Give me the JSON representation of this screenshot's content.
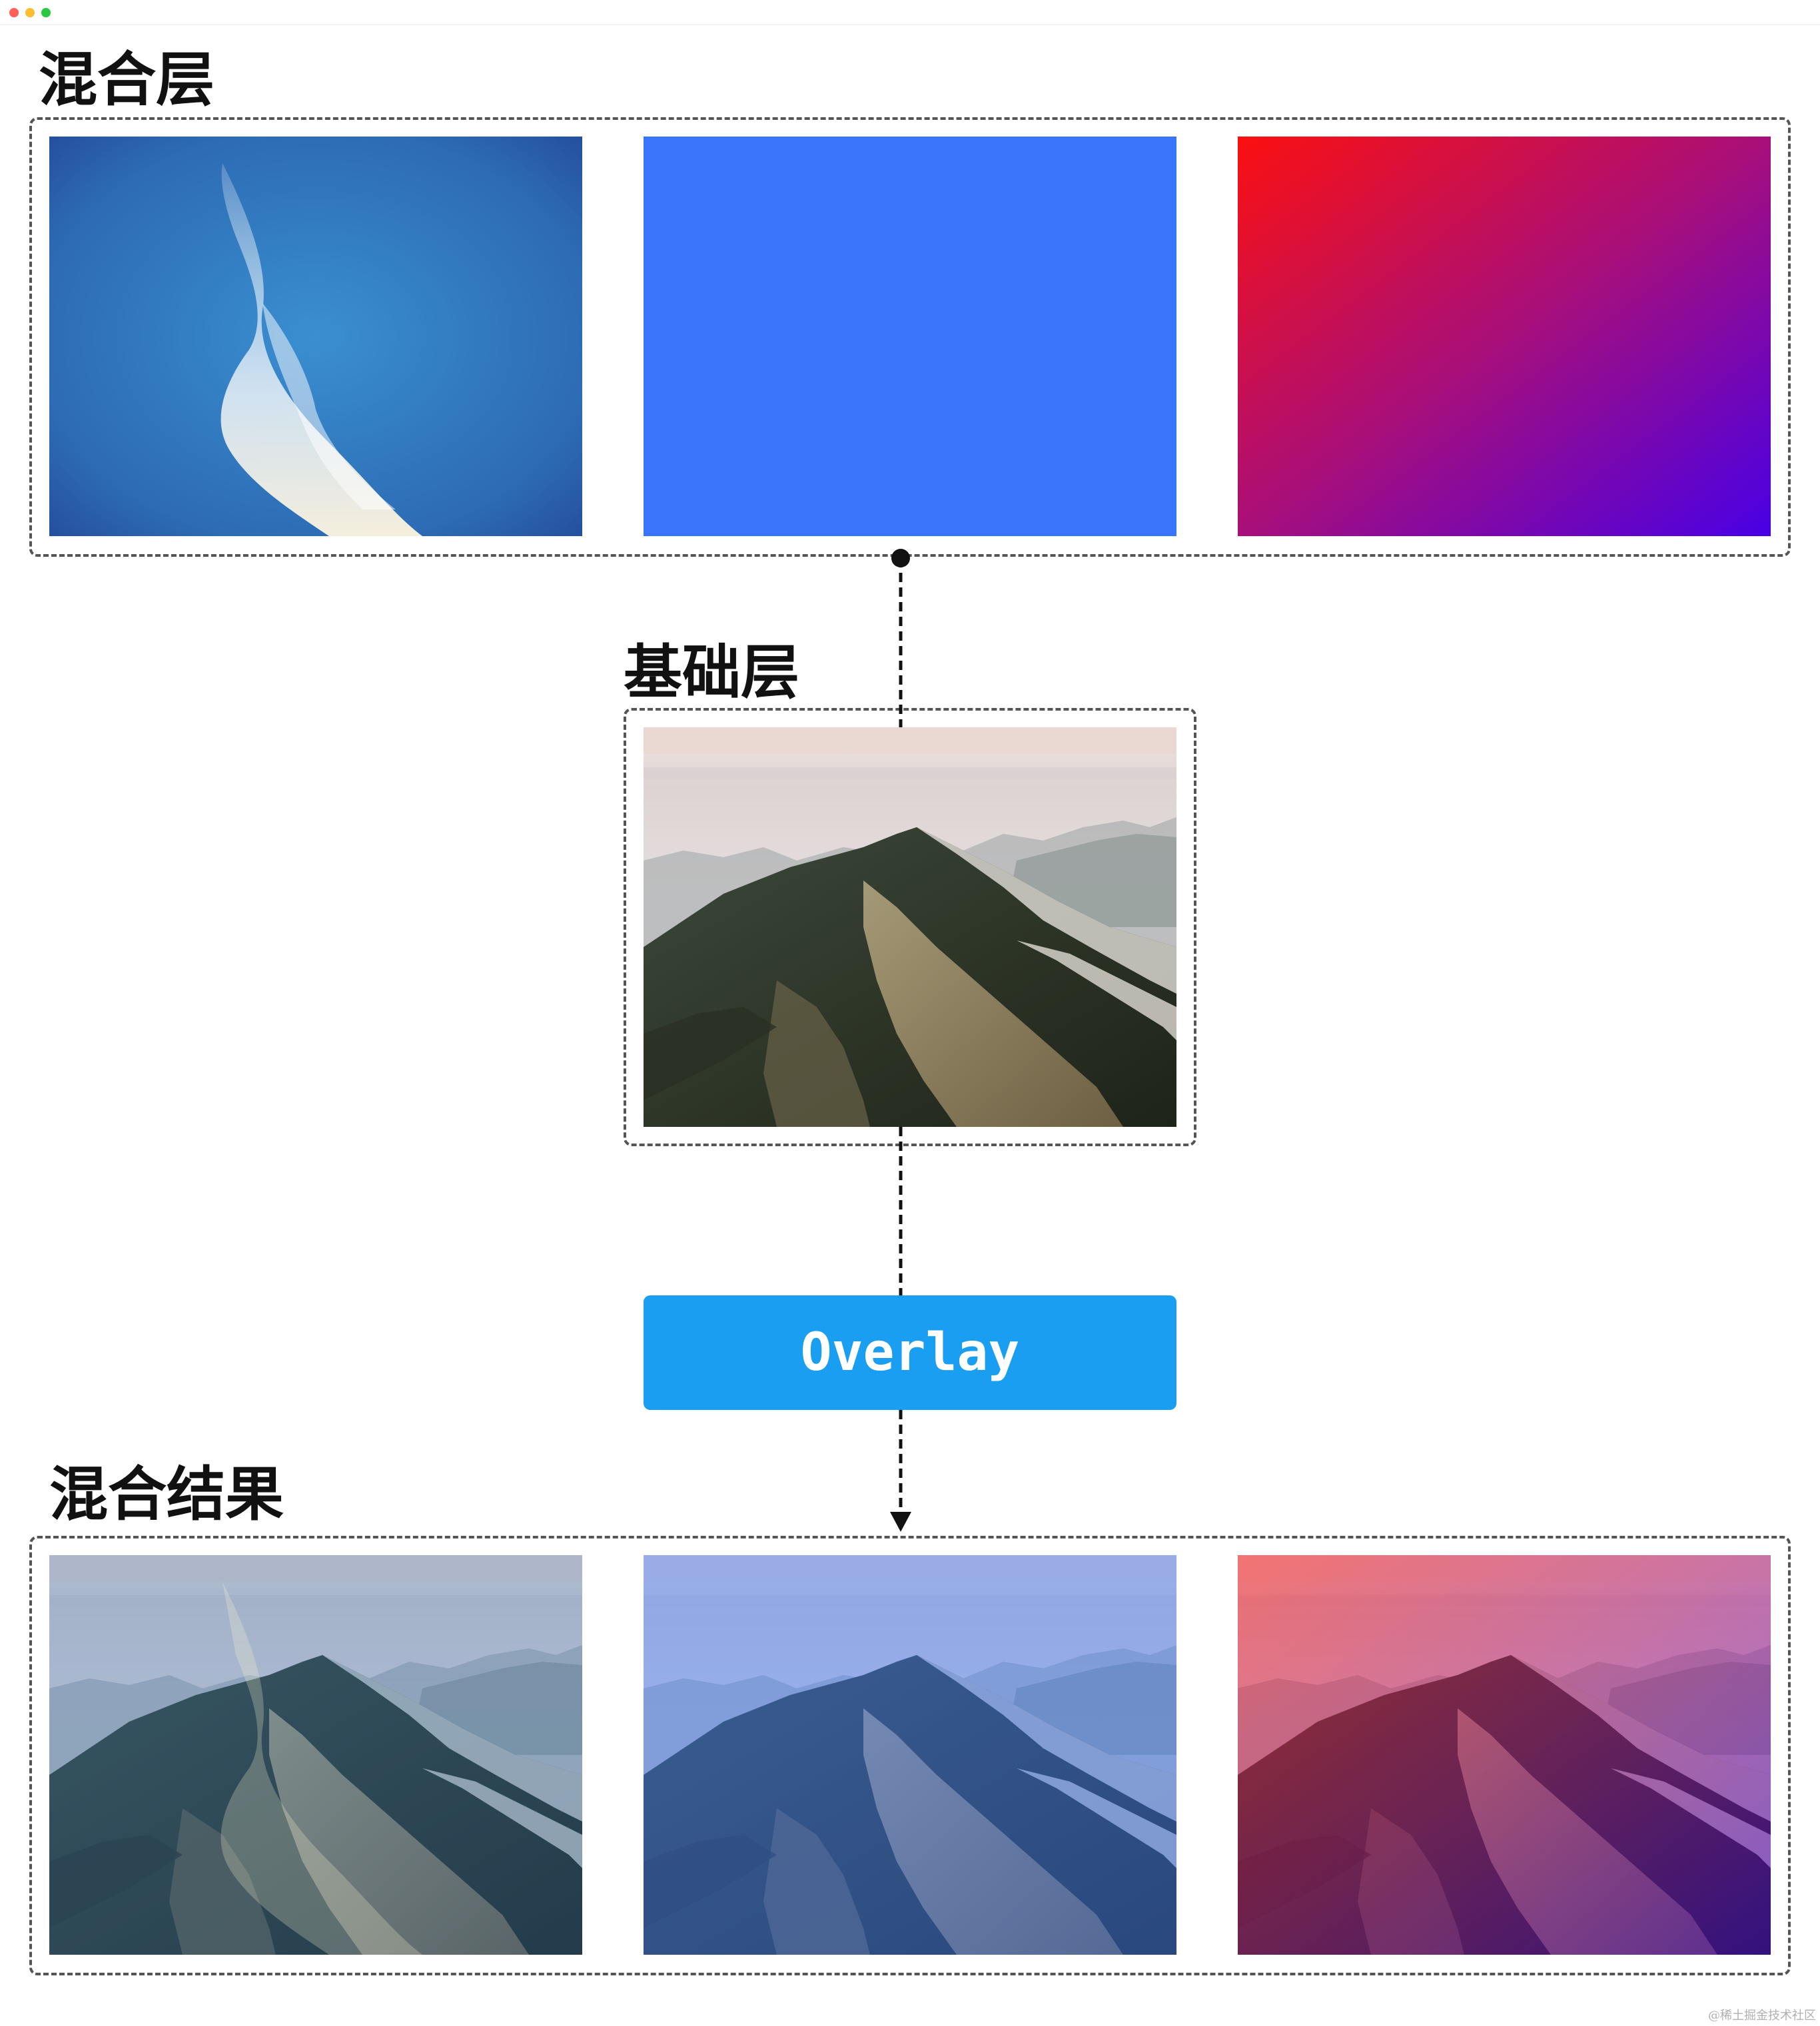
{
  "window": {
    "controls": {
      "close_color": "#fe5f57",
      "minimize_color": "#febc2e",
      "zoom_color": "#28c840"
    }
  },
  "blend_layer": {
    "title": "混合层",
    "items": [
      {
        "name": "sky-photo",
        "kind": "photo"
      },
      {
        "name": "solid-blue",
        "kind": "solid",
        "color": "#3875fb"
      },
      {
        "name": "red-purple-gradient",
        "kind": "gradient",
        "colors": [
          "#fb1010",
          "#c00e5c",
          "#5000e0"
        ]
      }
    ]
  },
  "base_layer": {
    "title": "基础层",
    "item": {
      "name": "mountain-photo",
      "kind": "photo"
    }
  },
  "blend_mode": {
    "label": "Overlay",
    "color": "#1a9ef1"
  },
  "result_layer": {
    "title": "混合结果",
    "items": [
      {
        "name": "result-sky-overlay",
        "tint": "#3a78c0"
      },
      {
        "name": "result-blue-overlay",
        "tint": "#3875fb"
      },
      {
        "name": "result-gradient-overlay",
        "tint": "#b01080"
      }
    ]
  },
  "watermark": "@稀土掘金技术社区"
}
